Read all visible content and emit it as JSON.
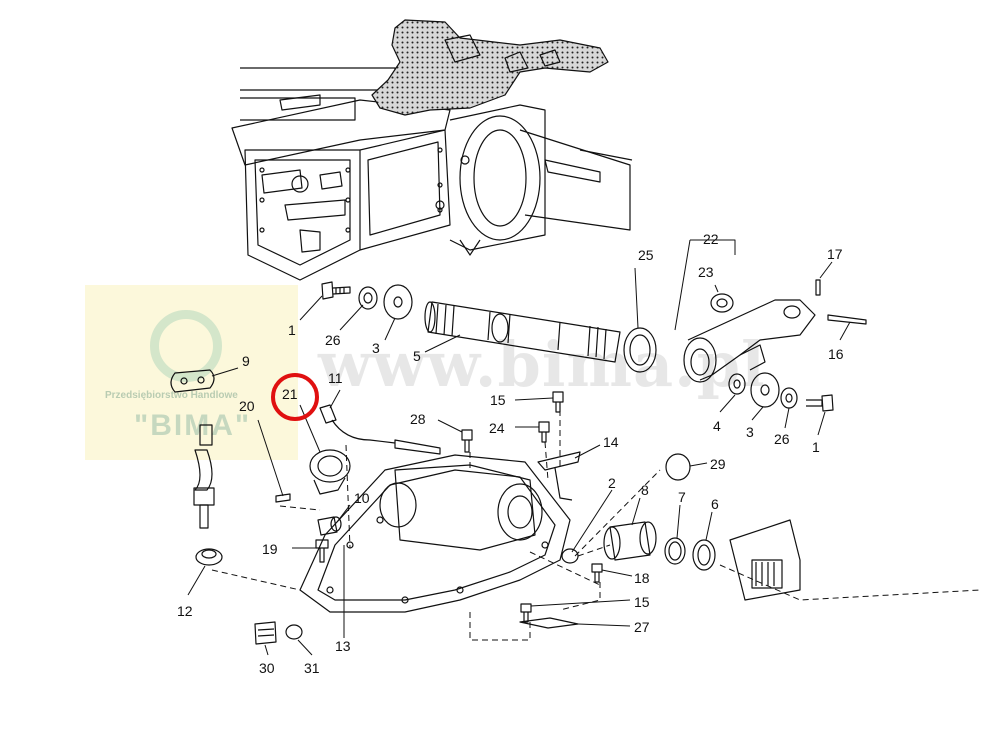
{
  "watermark": {
    "url": "www.bima.pl",
    "company": "Przedsiębiorstwo Handlowe",
    "brand": "\"BIMA\""
  },
  "highlighted_part": "21",
  "part_labels": {
    "p1a": "1",
    "p1b": "1",
    "p2": "2",
    "p3a": "3",
    "p3b": "3",
    "p4": "4",
    "p5": "5",
    "p6": "6",
    "p7": "7",
    "p8": "8",
    "p9": "9",
    "p10": "10",
    "p11": "11",
    "p12": "12",
    "p13": "13",
    "p14": "14",
    "p15a": "15",
    "p15b": "15",
    "p16": "16",
    "p17": "17",
    "p18": "18",
    "p19": "19",
    "p20": "20",
    "p21": "21",
    "p22": "22",
    "p23": "23",
    "p24": "24",
    "p25": "25",
    "p26a": "26",
    "p26b": "26",
    "p27": "27",
    "p28": "28",
    "p29": "29",
    "p30": "30",
    "p31": "31"
  },
  "colors": {
    "highlight": "#e01010",
    "line": "#111111",
    "watermark_box": "#fbf5cf"
  }
}
